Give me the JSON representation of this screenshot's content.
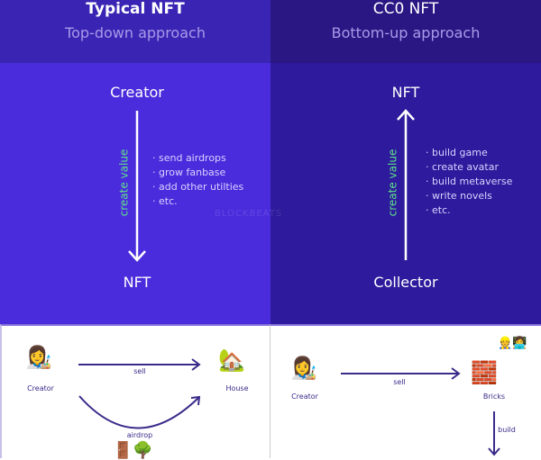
{
  "left": {
    "title": "Typical NFT",
    "subtitle": "Top-down approach",
    "top_node": "Creator",
    "bottom_node": "NFT",
    "arrow_label": "create value",
    "items": [
      "· send airdrops",
      "· grow fanbase",
      "· add other utilties",
      "· etc."
    ]
  },
  "right": {
    "title": "CC0  NFT",
    "subtitle": "Bottom-up approach",
    "top_node": "NFT",
    "bottom_node": "Collector",
    "arrow_label": "create value",
    "items": [
      "· build game",
      "· create avatar",
      "· build metaverse",
      "· write novels",
      "· etc."
    ]
  },
  "watermark": "BLOCKBEATS",
  "bottom_left": {
    "creator": "Creator",
    "sell": "sell",
    "house": "House",
    "airdrop": "airdrop"
  },
  "bottom_right": {
    "creator": "Creator",
    "sell": "sell",
    "bricks": "Bricks",
    "build": "build"
  }
}
